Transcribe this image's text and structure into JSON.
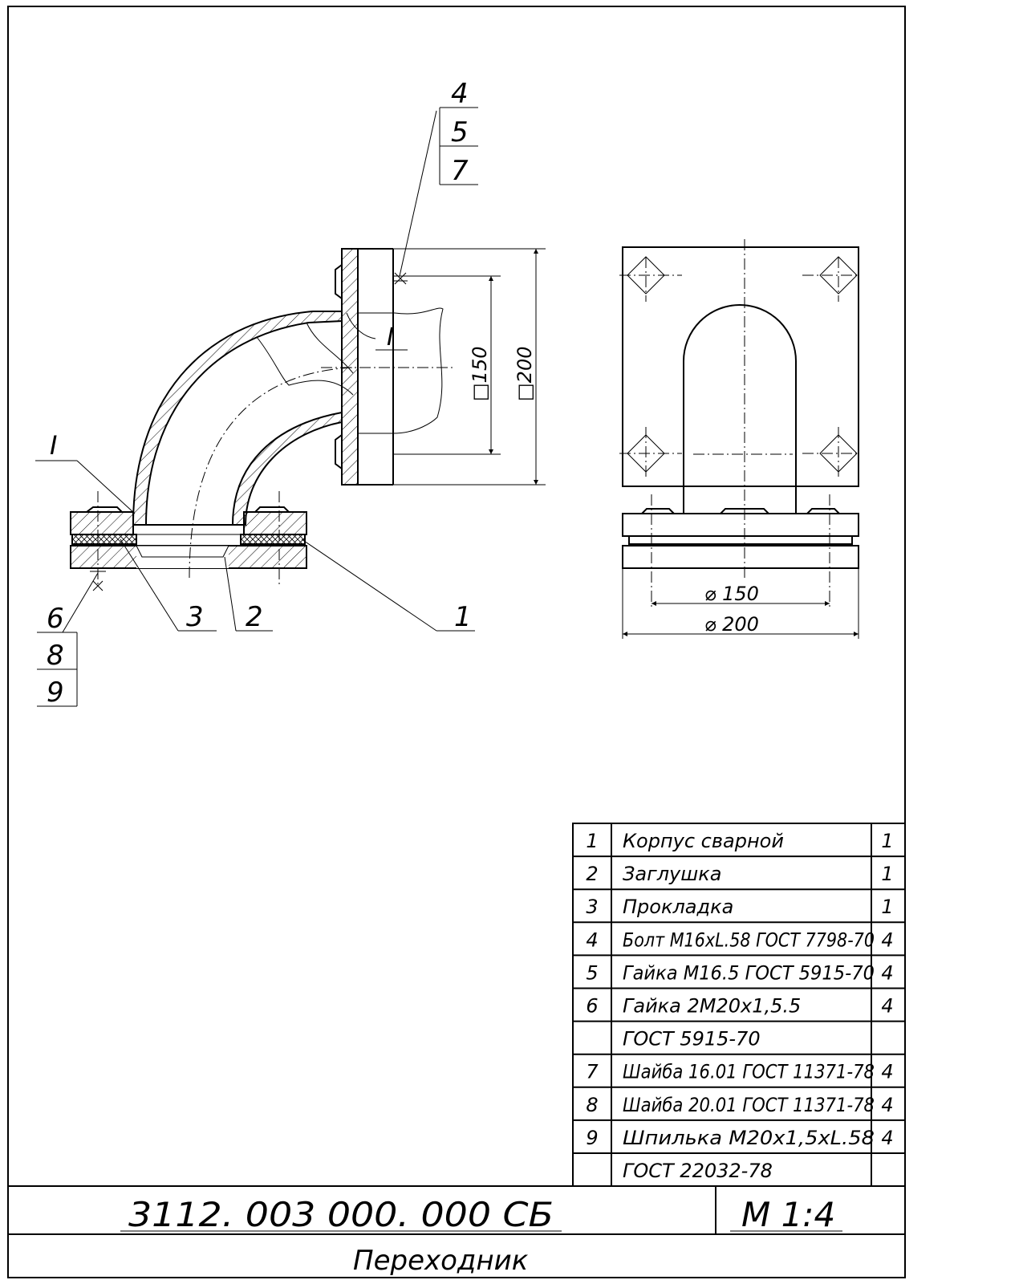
{
  "balloons": {
    "top": [
      "4",
      "5",
      "7"
    ],
    "bottom": [
      "6",
      "8",
      "9"
    ],
    "detail_mark_top": "I",
    "detail_mark_left": "I",
    "part_3": "3",
    "part_2": "2",
    "part_1": "1"
  },
  "dimensions": {
    "inner_square": "□150",
    "outer_square": "□200",
    "inner_dia": "⌀ 150",
    "outer_dia": "⌀ 200"
  },
  "parts_list": [
    {
      "pos": "1",
      "name": "Корпус сварной",
      "qty": "1"
    },
    {
      "pos": "2",
      "name": "Заглушка",
      "qty": "1"
    },
    {
      "pos": "3",
      "name": "Прокладка",
      "qty": "1"
    },
    {
      "pos": "4",
      "name": "Болт М16хL.58 ГОСТ 7798-70",
      "qty": "4"
    },
    {
      "pos": "5",
      "name": "Гайка М16.5 ГОСТ 5915-70",
      "qty": "4"
    },
    {
      "pos": "6",
      "name": "Гайка 2М20х1,5.5",
      "qty": "4"
    },
    {
      "pos": "",
      "name": "ГОСТ 5915-70",
      "qty": ""
    },
    {
      "pos": "7",
      "name": "Шайба 16.01 ГОСТ 11371-78",
      "qty": "4"
    },
    {
      "pos": "8",
      "name": "Шайба 20.01 ГОСТ 11371-78",
      "qty": "4"
    },
    {
      "pos": "9",
      "name": "Шпилька М20х1,5хL.58",
      "qty": "4"
    },
    {
      "pos": "",
      "name": "ГОСТ 22032-78",
      "qty": ""
    }
  ],
  "title_block": {
    "designation": "3112. 003 000. 000 СБ",
    "scale": "М 1:4",
    "name": "Переходник"
  }
}
